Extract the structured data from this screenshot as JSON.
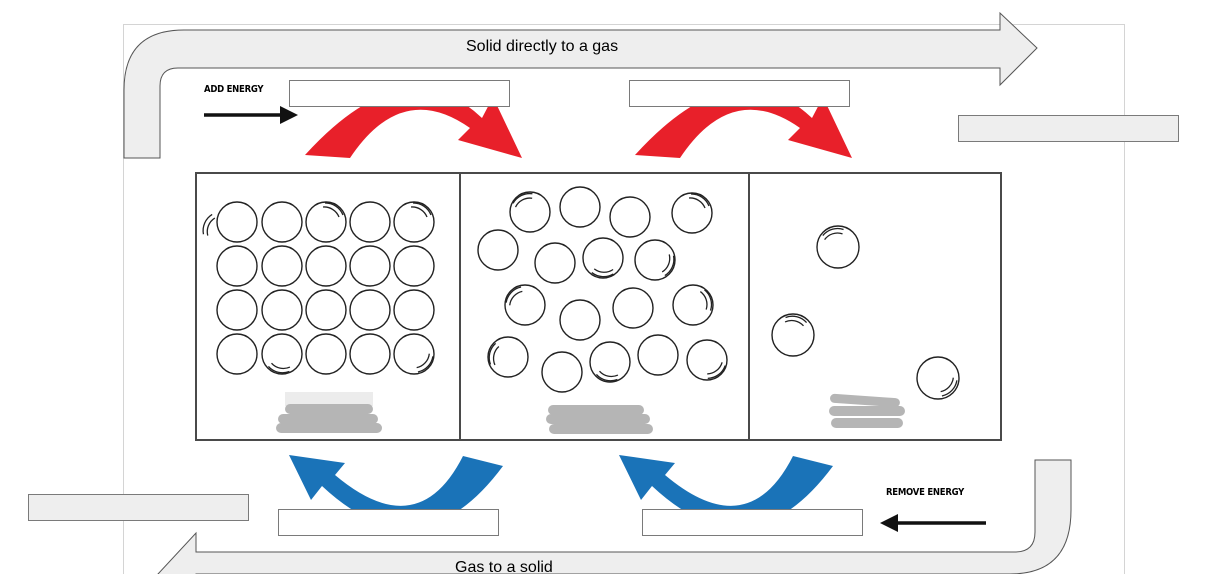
{
  "diagram": {
    "sublimation_label": "Solid directly to a gas",
    "deposition_label": "Gas to a solid",
    "add_energy_label": "ADD ENERGY",
    "remove_energy_label": "REMOVE ENERGY"
  },
  "colors": {
    "heat_arrow": "#e8202a",
    "cool_arrow": "#1a73b8",
    "big_arrow_fill": "#eeeeee",
    "big_arrow_stroke": "#555555",
    "redaction": "#b5b5b5"
  }
}
